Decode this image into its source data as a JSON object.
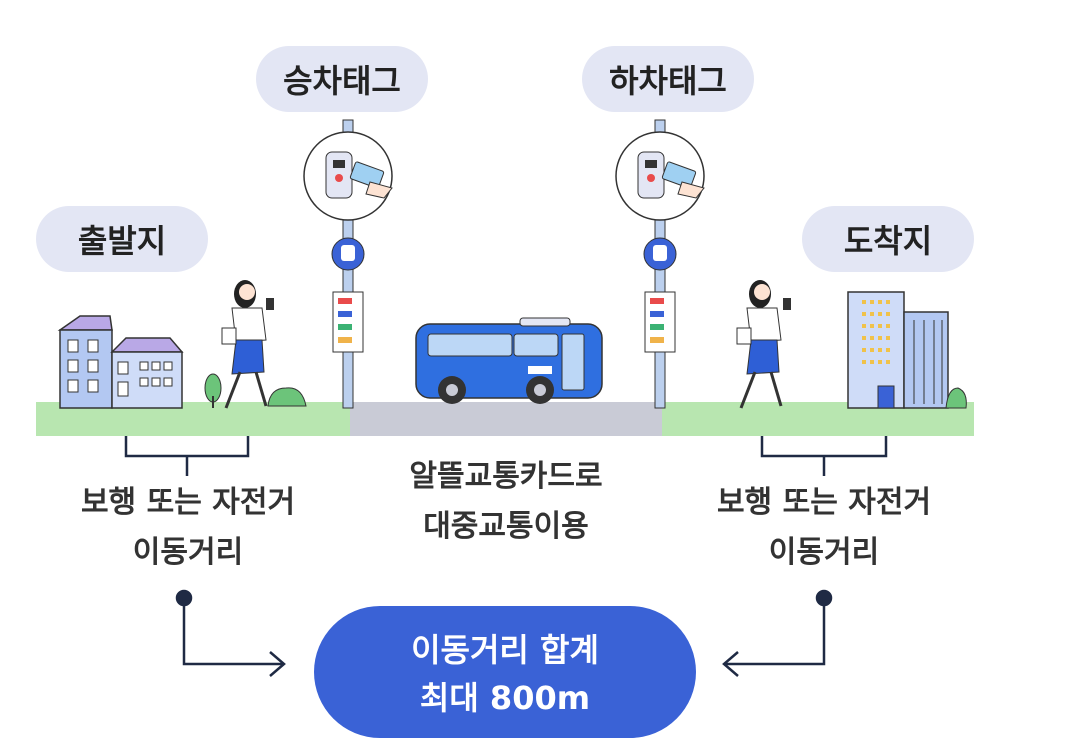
{
  "tags": {
    "boarding": "승차태그",
    "alighting": "하차태그",
    "origin": "출발지",
    "destination": "도착지"
  },
  "segments": {
    "left_line1": "보행 또는 자전거",
    "left_line2": "이동거리",
    "middle_line1": "알뜰교통카드로",
    "middle_line2": "대중교통이용",
    "right_line1": "보행 또는 자전거",
    "right_line2": "이동거리"
  },
  "total": {
    "line1": "이동거리 합계",
    "line2": "최대 800m"
  },
  "colors": {
    "pill_bg": "#e3e6f4",
    "total_bg": "#3a62d6",
    "grass": "#b8e6b0",
    "road": "#c9cbd6",
    "bus_blue": "#2f6fe0"
  },
  "icons": [
    "building-icon",
    "walking-woman-icon",
    "bus-stop-sign-icon",
    "card-tag-reader-icon",
    "bus-icon",
    "office-building-icon",
    "tree-icon",
    "bush-icon"
  ]
}
